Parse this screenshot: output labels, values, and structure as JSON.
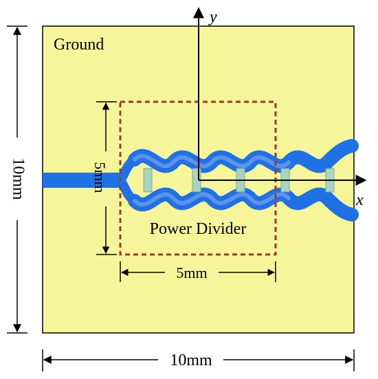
{
  "labels": {
    "ground": "Ground",
    "power_divider": "Power Divider",
    "axis_x": "x",
    "axis_y": "y",
    "dim_board_width": "10mm",
    "dim_board_height": "10mm",
    "dim_divider_width": "5mm",
    "dim_divider_height": "5mm"
  },
  "colors": {
    "substrate": "#f7f59a",
    "trace": "#1f72e6",
    "trace_inner": "#8fb1ec",
    "resistor": "#a8d4c0",
    "dashed_box": "#9a3c2a",
    "outline": "#000000"
  }
}
